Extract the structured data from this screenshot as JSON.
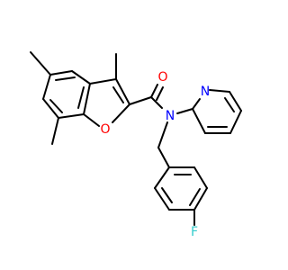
{
  "molecule": {
    "atoms": [
      {
        "id": "O_carbonyl",
        "label": "O",
        "color": "#ff0000"
      },
      {
        "id": "N_amide",
        "label": "N",
        "color": "#0000ff"
      },
      {
        "id": "O_furan",
        "label": "O",
        "color": "#ff0000"
      },
      {
        "id": "N_pyridine",
        "label": "N",
        "color": "#0000ff"
      },
      {
        "id": "F",
        "label": "F",
        "color": "#33cccc"
      }
    ],
    "bond_color": "#000000"
  }
}
